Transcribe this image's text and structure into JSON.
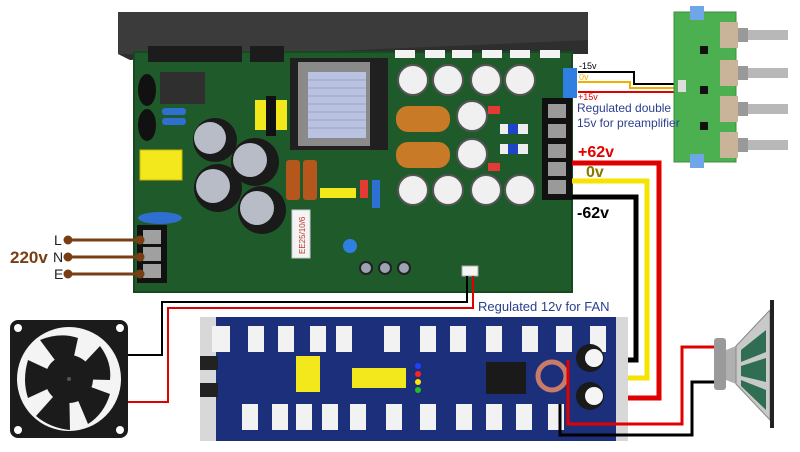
{
  "diagram": {
    "title": "Amplifier power supply wiring diagram",
    "mains_input": {
      "voltage_label": "220v",
      "terminals": [
        "L",
        "N",
        "E"
      ],
      "wire_color": "#7a3e14"
    },
    "power_supply_board": {
      "name": "SMPS power supply board",
      "pcb_color": "#1f5a2a",
      "heatsink_color": "#3a3a3a",
      "transformer_marking": "EE25/10/6"
    },
    "preamp_supply": {
      "wires": [
        {
          "label": "-15v",
          "color": "#000000"
        },
        {
          "label": "0v",
          "color": "#f0b000"
        },
        {
          "label": "+15v",
          "color": "#e00000"
        }
      ],
      "note_line1": "Regulated double",
      "note_line2": "15v for preamplifier"
    },
    "main_rails": [
      {
        "label": "+62v",
        "color": "#e00000"
      },
      {
        "label": "0v",
        "color": "#f5e400"
      },
      {
        "label": "-62v",
        "color": "#000000"
      }
    ],
    "rail_label_colors": {
      "plus": "#e00000",
      "zero": "#8b7500",
      "minus": "#000000"
    },
    "fan_supply": {
      "label": "Regulated 12v for FAN",
      "wires": [
        {
          "color": "#000000"
        },
        {
          "color": "#e00000"
        }
      ]
    },
    "preamplifier_board": {
      "name": "Preamplifier tone control board",
      "knobs": 4,
      "pcb_color": "#4caf50"
    },
    "amplifier_board": {
      "name": "Power amplifier board",
      "pcb_color": "#1c2f7a"
    },
    "fan": {
      "name": "Cooling fan"
    },
    "speaker": {
      "name": "Loudspeaker",
      "wires": [
        {
          "color": "#e00000"
        },
        {
          "color": "#000000"
        }
      ]
    }
  }
}
